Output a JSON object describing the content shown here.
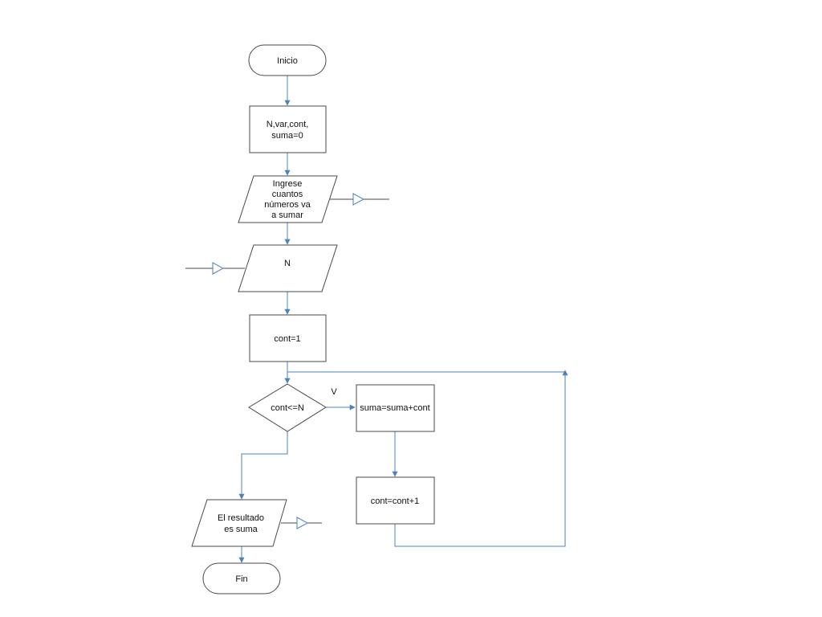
{
  "diagram": {
    "nodes": {
      "inicio": {
        "lines": [
          "Inicio"
        ]
      },
      "init": {
        "lines": [
          "N,var,cont,",
          "suma=0"
        ]
      },
      "prompt": {
        "lines": [
          "Ingrese",
          "cuantos",
          "números va",
          "a sumar"
        ]
      },
      "input_n": {
        "lines": [
          "N"
        ]
      },
      "cont_init": {
        "lines": [
          "cont=1"
        ]
      },
      "decision": {
        "lines": [
          "cont<=N"
        ]
      },
      "sum_step": {
        "lines": [
          "suma=suma+cont"
        ]
      },
      "cont_step": {
        "lines": [
          "cont=cont+1"
        ]
      },
      "output": {
        "lines": [
          "El resultado",
          "es suma"
        ]
      },
      "fin": {
        "lines": [
          "Fin"
        ]
      }
    },
    "edge_labels": {
      "true_branch": "V"
    },
    "colors": {
      "connector": "#4f81bd",
      "shape_border": "#4a4a4a"
    }
  }
}
